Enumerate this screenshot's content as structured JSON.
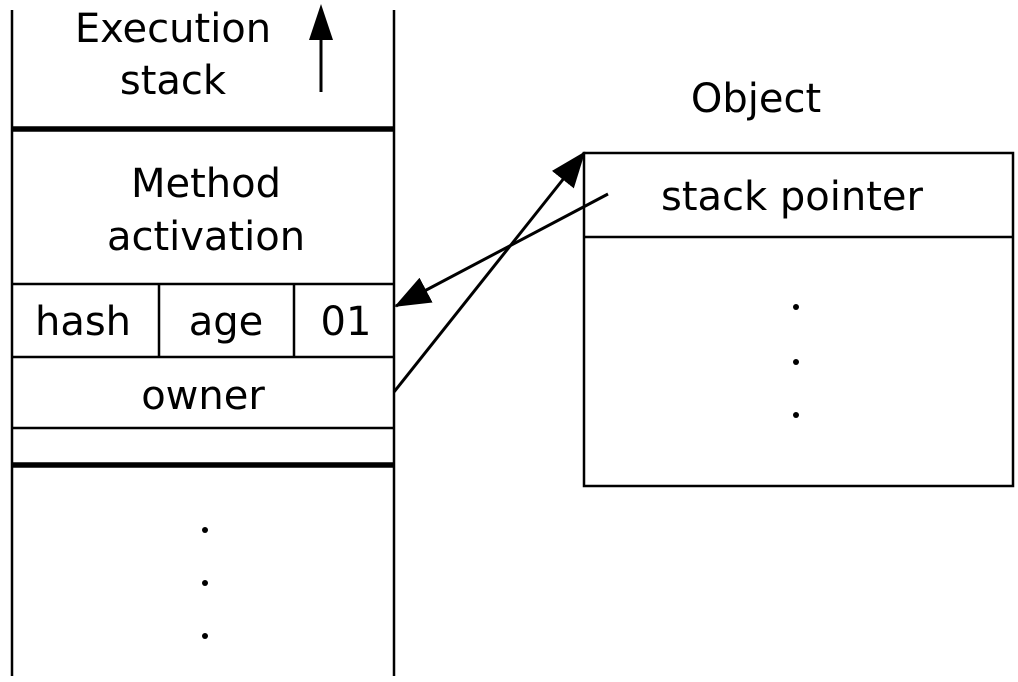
{
  "stack": {
    "title_line1": "Execution",
    "title_line2": "stack",
    "method_line1": "Method",
    "method_line2": "activation",
    "cells": {
      "hash": "hash",
      "age": "age",
      "lock_bits": "01"
    },
    "owner": "owner"
  },
  "object": {
    "title": "Object",
    "header": "stack pointer"
  }
}
